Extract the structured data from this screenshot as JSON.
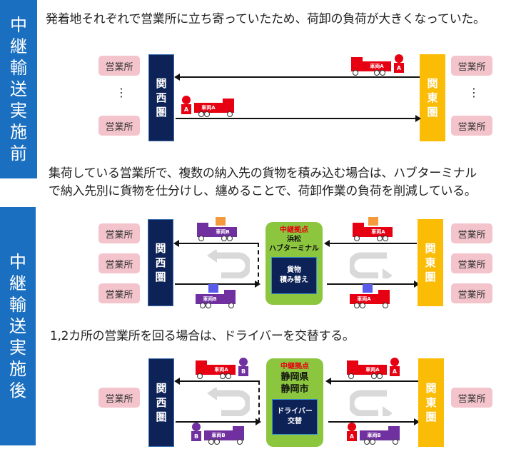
{
  "colors": {
    "side_bar": "#1a6fc0",
    "kansai": "#0d2256",
    "kanto": "#fbbc05",
    "office": "#f4c4cc",
    "hub": "#8cc63f",
    "red_truck": "#e60012",
    "purple_truck": "#7030a0",
    "cargo_orange": "#f59a3c",
    "cargo_blue": "#5b5bea",
    "uturn": "#d9d9d9"
  },
  "before": {
    "side_label": [
      "中",
      "継",
      "輸",
      "送",
      "実",
      "施",
      "前"
    ],
    "caption": "発着地それぞれで営業所に立ち寄っていたため、荷卸の負荷が大きくなっていた。",
    "left_offices": [
      "営業所",
      "営業所"
    ],
    "right_offices": [
      "営業所",
      "営業所"
    ],
    "ellipsis": "⋮",
    "kansai": [
      "関",
      "西",
      "圏"
    ],
    "kanto": [
      "関",
      "東",
      "圏"
    ],
    "truck_top": {
      "label": "車両A",
      "driver": "A"
    },
    "truck_bottom": {
      "label": "車両A",
      "driver": "A"
    }
  },
  "after": {
    "side_label": [
      "中",
      "継",
      "輸",
      "送",
      "実",
      "施",
      "後"
    ],
    "caption1_line1": "集荷している営業所で、複数の納入先の貨物を積み込む場合は、ハブターミナル",
    "caption1_line2": "で納入先別に貨物を仕分けし、纏めることで、荷卸作業の負荷を削減している。",
    "diagram1": {
      "left_offices": [
        "営業所",
        "営業所",
        "営業所"
      ],
      "right_offices": [
        "営業所",
        "営業所",
        "営業所"
      ],
      "kansai": [
        "関",
        "西",
        "圏"
      ],
      "kanto": [
        "関",
        "東",
        "圏"
      ],
      "hub_label": "中継拠点",
      "hub_name": [
        "浜松",
        "ハブターミナル"
      ],
      "hub_box": [
        "貨物",
        "積み替え"
      ],
      "trucks": {
        "left_top": "車両B",
        "left_bottom": "車両B",
        "right_top": "車両A",
        "right_bottom": "車両A"
      }
    },
    "caption2": "1,2カ所の営業所を回る場合は、ドライバーを交替する。",
    "diagram2": {
      "left_offices": [
        "営業所"
      ],
      "right_offices": [
        "営業所"
      ],
      "kansai": [
        "関",
        "西",
        "圏"
      ],
      "kanto": [
        "関",
        "東",
        "圏"
      ],
      "hub_label": "中継拠点",
      "hub_name": [
        "静岡県",
        "静岡市"
      ],
      "hub_box": [
        "ドライバー",
        "交替"
      ],
      "trucks": {
        "left_top": "車両A",
        "left_top_driver": "B",
        "left_bottom": "車両B",
        "left_bottom_driver": "B",
        "right_top": "車両A",
        "right_top_driver": "A",
        "right_bottom": "車両B",
        "right_bottom_driver": "A"
      }
    }
  }
}
